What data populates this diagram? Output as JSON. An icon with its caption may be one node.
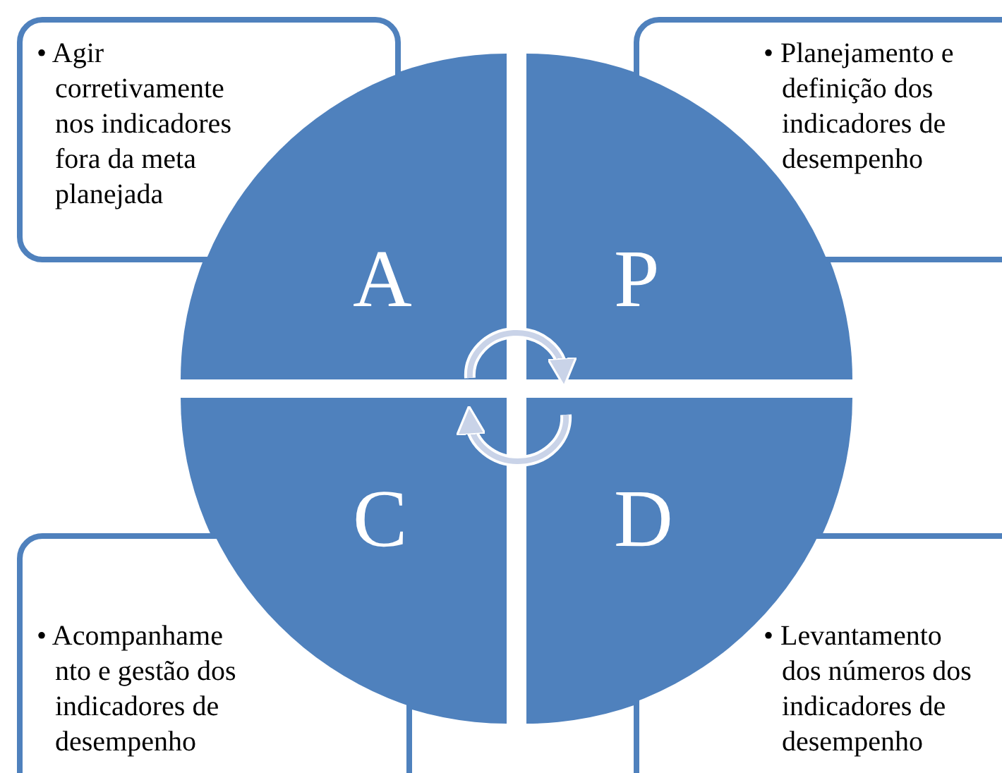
{
  "diagram": {
    "nodes": [
      {
        "text": [
          "• Agir corretivamente nos indicadores fora da meta planejada"
        ]
      },
      {
        "text": [
          "• Planejamento e definição dos indicadores de desempenho"
        ]
      },
      {
        "text": [
          "A"
        ]
      },
      {
        "text": [
          "P"
        ]
      },
      {
        "text": [
          "C"
        ]
      },
      {
        "text": [
          "D"
        ]
      },
      {
        "text": [
          "• Acompanhame nto e gestão dos indicadores de desempenho"
        ]
      },
      {
        "text": [
          "• Levantamento dos números dos indicadores de desempenho"
        ]
      }
    ],
    "edges": [
      {
        "from": 2,
        "to": 3,
        "arrow": "to"
      },
      {
        "from": 5,
        "to": 4,
        "arrow": "to"
      }
    ]
  }
}
